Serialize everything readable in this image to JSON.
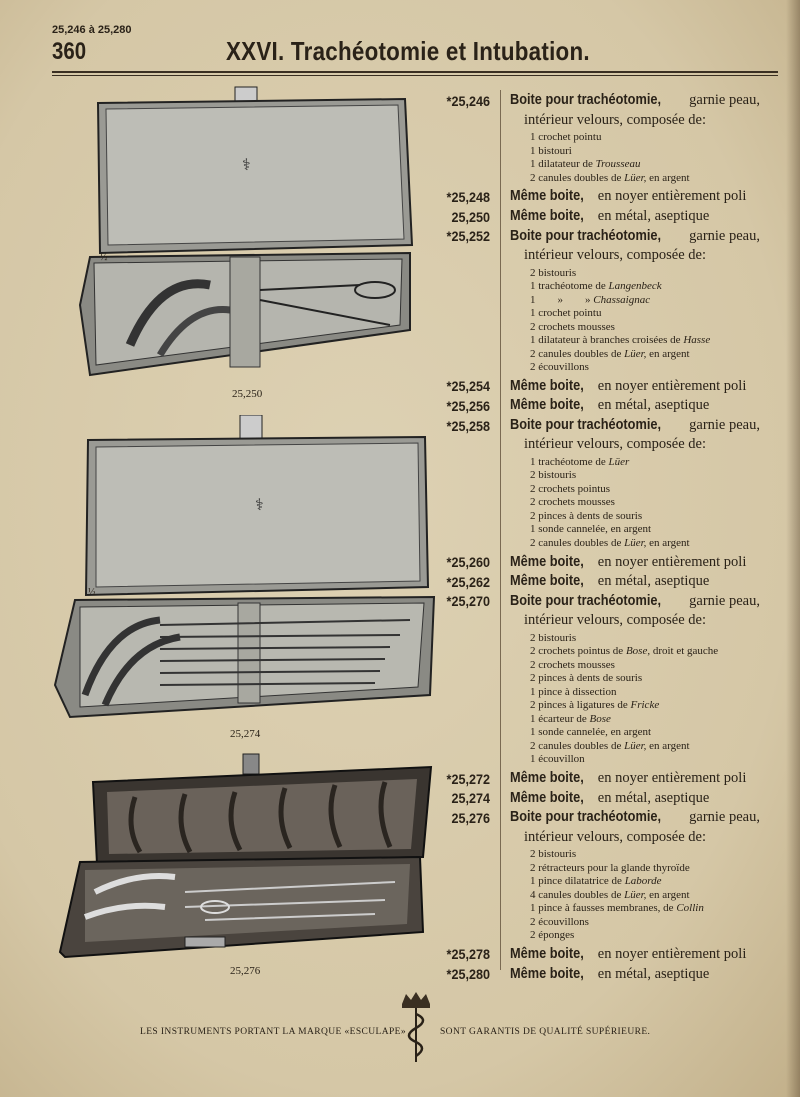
{
  "header": {
    "range": "25,246 à 25,280",
    "page_number": "360",
    "title": "XXVI. Trachéotomie et Intubation."
  },
  "figures": [
    {
      "caption": "25,250",
      "scale": "½"
    },
    {
      "caption": "25,274",
      "scale": "½"
    },
    {
      "caption": "25,276"
    }
  ],
  "entries": [
    {
      "number": "*25,246",
      "bold": "Boite pour trachéotomie,",
      "rest": "garnie peau,",
      "cont": "intérieur velours, composée de:",
      "items": [
        [
          [
            "t",
            "1 crochet pointu"
          ]
        ],
        [
          [
            "t",
            "1 bistouri"
          ]
        ],
        [
          [
            "t",
            "1 dilatateur de "
          ],
          [
            "i",
            "Trousseau"
          ]
        ],
        [
          [
            "t",
            "2 canules doubles de "
          ],
          [
            "i",
            "Lüer,"
          ],
          [
            "t",
            " en argent"
          ]
        ]
      ]
    },
    {
      "number": "*25,248",
      "bold": "Même boite,",
      "rest": "en noyer entièrement poli"
    },
    {
      "number": "25,250",
      "bold": "Même boite,",
      "rest": "en métal, aseptique"
    },
    {
      "number": "*25,252",
      "bold": "Boite pour trachéotomie,",
      "rest": "garnie peau,",
      "cont": "intérieur velours, composée de:",
      "items": [
        [
          [
            "t",
            "2 bistouris"
          ]
        ],
        [
          [
            "t",
            "1 trachéotome de "
          ],
          [
            "i",
            "Langenbeck"
          ]
        ],
        [
          [
            "t",
            "1        »        » "
          ],
          [
            "i",
            "Chassaignac"
          ]
        ],
        [
          [
            "t",
            "1 crochet pointu"
          ]
        ],
        [
          [
            "t",
            "2 crochets mousses"
          ]
        ],
        [
          [
            "t",
            "1 dilatateur à branches croisées de "
          ],
          [
            "i",
            "Hasse"
          ]
        ],
        [
          [
            "t",
            "2 canules doubles de "
          ],
          [
            "i",
            "Lüer,"
          ],
          [
            "t",
            " en argent"
          ]
        ],
        [
          [
            "t",
            "2 écouvillons"
          ]
        ]
      ]
    },
    {
      "number": "*25,254",
      "bold": "Même boite,",
      "rest": "en noyer entièrement poli"
    },
    {
      "number": "*25,256",
      "bold": "Même boite,",
      "rest": "en métal, aseptique"
    },
    {
      "number": "*25,258",
      "bold": "Boite pour trachéotomie,",
      "rest": "garnie peau,",
      "cont": "intérieur velours, composée de:",
      "items": [
        [
          [
            "t",
            "1 trachéotome de "
          ],
          [
            "i",
            "Lüer"
          ]
        ],
        [
          [
            "t",
            "2 bistouris"
          ]
        ],
        [
          [
            "t",
            "2 crochets pointus"
          ]
        ],
        [
          [
            "t",
            "2 crochets mousses"
          ]
        ],
        [
          [
            "t",
            "2 pinces à dents de souris"
          ]
        ],
        [
          [
            "t",
            "1 sonde cannelée, en argent"
          ]
        ],
        [
          [
            "t",
            "2 canules doubles de "
          ],
          [
            "i",
            "Lüer,"
          ],
          [
            "t",
            " en argent"
          ]
        ]
      ]
    },
    {
      "number": "*25,260",
      "bold": "Même boite,",
      "rest": "en noyer entièrement poli"
    },
    {
      "number": "*25,262",
      "bold": "Même boite,",
      "rest": "en métal, aseptique"
    },
    {
      "number": "*25,270",
      "bold": "Boite pour trachéotomie,",
      "rest": "garnie peau,",
      "cont": "intérieur velours, composée de:",
      "items": [
        [
          [
            "t",
            "2 bistouris"
          ]
        ],
        [
          [
            "t",
            "2 crochets pointus de "
          ],
          [
            "i",
            "Bose,"
          ],
          [
            "t",
            " droit et gauche"
          ]
        ],
        [
          [
            "t",
            "2 crochets mousses"
          ]
        ],
        [
          [
            "t",
            "2 pinces à dents de souris"
          ]
        ],
        [
          [
            "t",
            "1 pince à dissection"
          ]
        ],
        [
          [
            "t",
            "2 pinces à ligatures de "
          ],
          [
            "i",
            "Fricke"
          ]
        ],
        [
          [
            "t",
            "1 écarteur de "
          ],
          [
            "i",
            "Bose"
          ]
        ],
        [
          [
            "t",
            "1 sonde cannelée, en argent"
          ]
        ],
        [
          [
            "t",
            "2 canules doubles de "
          ],
          [
            "i",
            "Lüer,"
          ],
          [
            "t",
            " en argent"
          ]
        ],
        [
          [
            "t",
            "1 écouvillon"
          ]
        ]
      ]
    },
    {
      "number": "*25,272",
      "bold": "Même boite,",
      "rest": "en noyer entièrement poli"
    },
    {
      "number": "25,274",
      "bold": "Même boite,",
      "rest": "en métal, aseptique"
    },
    {
      "number": "25,276",
      "bold": "Boite pour trachéotomie,",
      "rest": "garnie peau,",
      "cont": "intérieur velours, composée de:",
      "items": [
        [
          [
            "t",
            "2 bistouris"
          ]
        ],
        [
          [
            "t",
            "2 rétracteurs pour la glande thyroïde"
          ]
        ],
        [
          [
            "t",
            "1 pince dilatatrice de "
          ],
          [
            "i",
            "Laborde"
          ]
        ],
        [
          [
            "t",
            "4 canules doubles de "
          ],
          [
            "i",
            "Lüer,"
          ],
          [
            "t",
            " en argent"
          ]
        ],
        [
          [
            "t",
            "1 pince à fausses membranes, de "
          ],
          [
            "i",
            "Collin"
          ]
        ],
        [
          [
            "t",
            "2 écouvillons"
          ]
        ],
        [
          [
            "t",
            "2 éponges"
          ]
        ]
      ]
    },
    {
      "number": "*25,278",
      "bold": "Même boite,",
      "rest": "en noyer entièrement poli"
    },
    {
      "number": "*25,280",
      "bold": "Même boite,",
      "rest": "en métal, aseptique"
    }
  ],
  "footer": {
    "left": "LES INSTRUMENTS PORTANT LA MARQUE «ESCULAPE»",
    "right": "SONT GARANTIS DE QUALITÉ SUPÉRIEURE."
  }
}
